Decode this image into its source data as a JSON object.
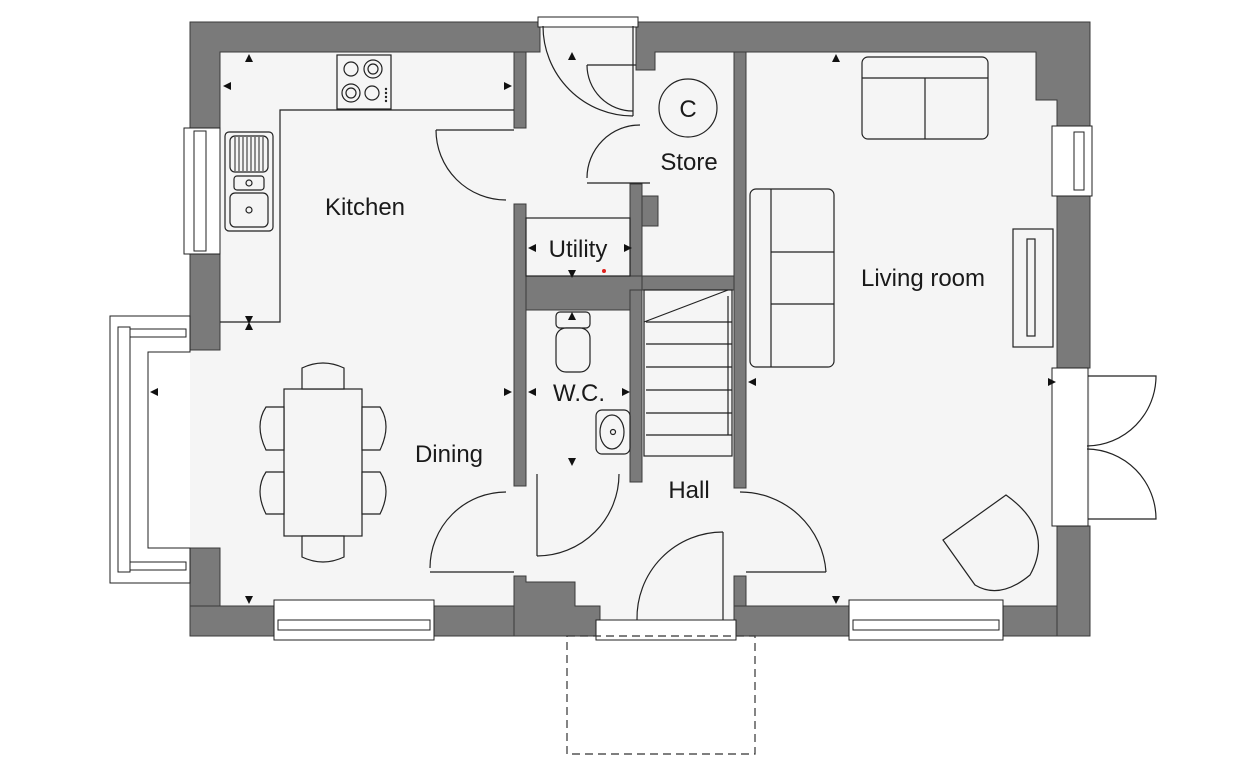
{
  "plan": {
    "type": "ground-floor-plan",
    "colors": {
      "wall": "#7a7a7a",
      "floor": "#f5f5f5",
      "line": "#222222",
      "background": "#ffffff",
      "marker_red": "#e0201c"
    },
    "rooms": [
      {
        "id": "kitchen",
        "label": "Kitchen"
      },
      {
        "id": "dining",
        "label": "Dining"
      },
      {
        "id": "utility",
        "label": "Utility"
      },
      {
        "id": "store",
        "label": "Store"
      },
      {
        "id": "wc",
        "label": "W.C."
      },
      {
        "id": "hall",
        "label": "Hall"
      },
      {
        "id": "living",
        "label": "Living room"
      }
    ],
    "symbols": {
      "cylinder": "C"
    }
  }
}
